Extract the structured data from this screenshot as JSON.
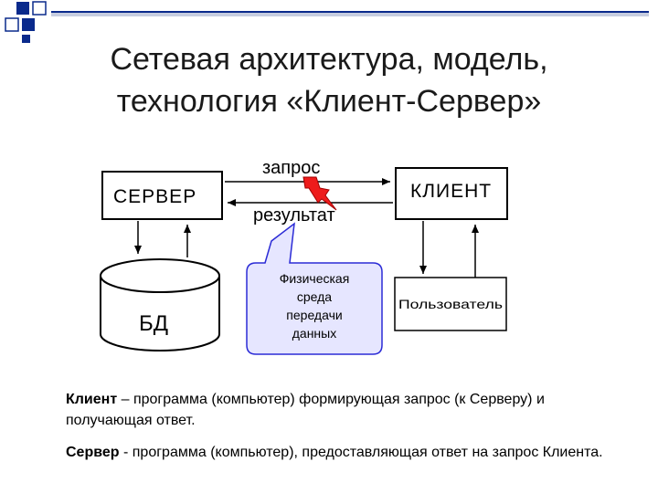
{
  "title": {
    "line1": "Сетевая архитектура, модель,",
    "line2": "технология «Клиент-Сервер»"
  },
  "diagram": {
    "server_label": "СЕРВЕР",
    "client_label": "КЛИЕНТ",
    "request_label": "запрос",
    "result_label": "результат",
    "db_label": "БД",
    "user_label": "Пользователь",
    "medium_lines": [
      "Физическая",
      "среда",
      "передачи",
      "данных"
    ]
  },
  "definitions": {
    "client_term": "Клиент",
    "client_text": " – программа (компьютер) формирующая запрос (к Серверу) и получающая ответ.",
    "server_term": "Сервер",
    "server_text": " - программа (компьютер), предоставляющая ответ на запрос Клиента."
  },
  "colors": {
    "accent": "#0a2a8c",
    "callout_fill": "#e6e6ff",
    "callout_stroke": "#2b2bd6",
    "lightning_red": "#ee1c1c"
  }
}
